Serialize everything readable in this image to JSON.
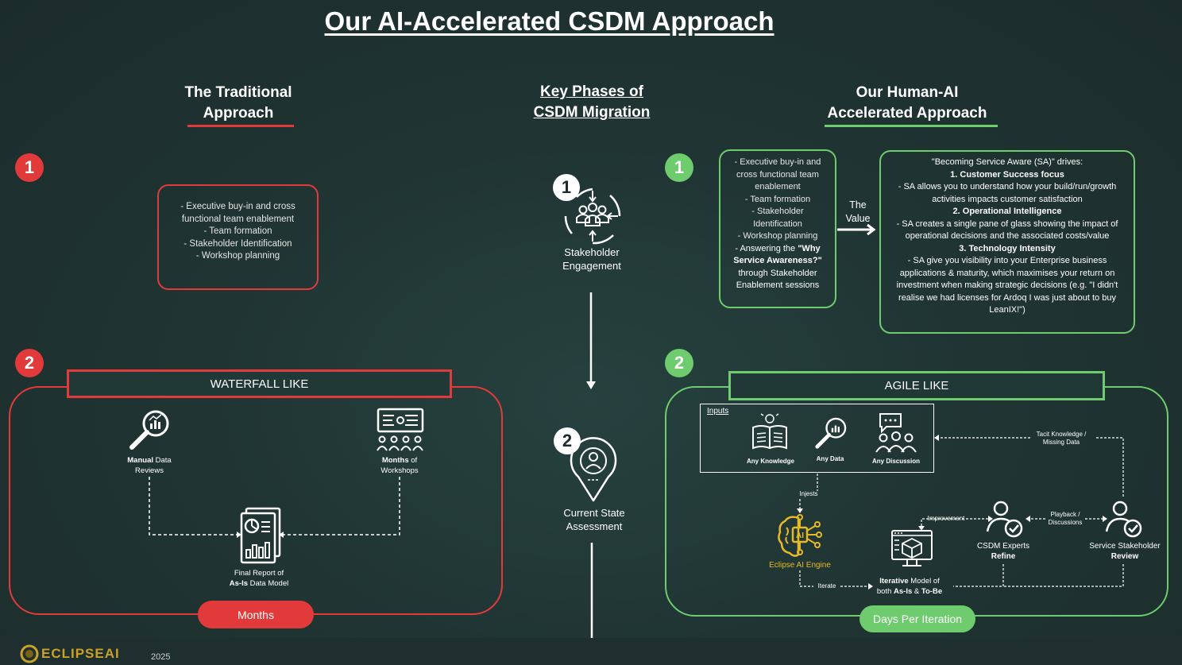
{
  "title": "Our AI-Accelerated CSDM Approach",
  "left_header": [
    "The Traditional",
    "Approach"
  ],
  "center_header": [
    "Key Phases of",
    "CSDM Migration"
  ],
  "right_header": [
    "Our Human-AI",
    "Accelerated Approach"
  ],
  "numbers": {
    "one": "1",
    "two": "2"
  },
  "traditional": {
    "phase1_lines": [
      "- Executive buy-in and cross",
      "functional team enablement",
      "- Team formation",
      "- Stakeholder Identification",
      "- Workshop planning"
    ],
    "phase2_title": "WATERFALL LIKE",
    "manual_reviews": {
      "bold": "Manual",
      "rest": " Data",
      "line2": "Reviews"
    },
    "workshops": {
      "bold": "Months",
      "rest": " of",
      "line2": "Workshops"
    },
    "final_report": {
      "line1": "Final Report of",
      "bold": "As-Is",
      "rest": " Data Model"
    },
    "duration": "Months"
  },
  "phases": {
    "phase1_label": [
      "Stakeholder",
      "Engagement"
    ],
    "phase2_label": [
      "Current State",
      "Assessment"
    ]
  },
  "accelerated": {
    "phase1_left": {
      "lines": [
        "- Executive buy-in and",
        "cross functional team",
        "enablement",
        "- Team formation",
        "- Stakeholder",
        "Identification",
        "- Workshop planning"
      ],
      "answer_prefix": "- Answering the ",
      "answer_bold1": "\"Why",
      "answer_bold2": "Service Awareness?\"",
      "answer_rest": [
        "through Stakeholder",
        "Enablement sessions"
      ]
    },
    "value_label": [
      "The",
      "Value"
    ],
    "value_box": {
      "intro": "\"Becoming Service Aware (SA)\" drives:",
      "h1": "1. Customer Success focus",
      "t1": [
        "- SA allows you to understand how your build/run/growth",
        "activities impacts customer satisfaction"
      ],
      "h2": "2. Operational Intelligence",
      "t2": [
        "- SA creates a single pane of glass showing the impact of",
        "operational decisions and the associated costs/value"
      ],
      "h3": "3. Technology Intensity",
      "t3": [
        "- SA give you visibility into your Enterprise business",
        "applications & maturity, which maximises your return on",
        "investment when making strategic decisions (e.g. \"I didn't",
        "realise we had licenses for Ardoq I was just about to buy",
        "LeanIX!\")"
      ]
    },
    "phase2_title": "AGILE LIKE",
    "inputs_label": "Inputs",
    "input_items": [
      "Any Knowledge",
      "Any Data",
      "Any Discussion"
    ],
    "tacit": [
      "Tacit Knowledge /",
      "Missing Data"
    ],
    "injests": "Injests",
    "engine": "Eclipse AI Engine",
    "improvement": "Improvement",
    "playback": [
      "Playback /",
      "Discussions"
    ],
    "csdm_experts": {
      "line1": "CSDM Experts",
      "line2": "Refine"
    },
    "service_stakeholder": {
      "line1": "Service Stakeholder",
      "line2": "Review"
    },
    "iterate": "Iterate",
    "iterative_model": {
      "bold": "Iterative",
      "rest": " Model of",
      "pre2": "both ",
      "b2": "As-Is",
      "mid2": " & ",
      "b3": "To-Be"
    },
    "duration": "Days Per Iteration"
  },
  "footer": {
    "brand": "ECLIPSEAI",
    "year": "2025"
  },
  "colors": {
    "red": "#e23a3a",
    "green": "#6ecb6e",
    "yellow": "#e8b927",
    "background": "#203533"
  }
}
